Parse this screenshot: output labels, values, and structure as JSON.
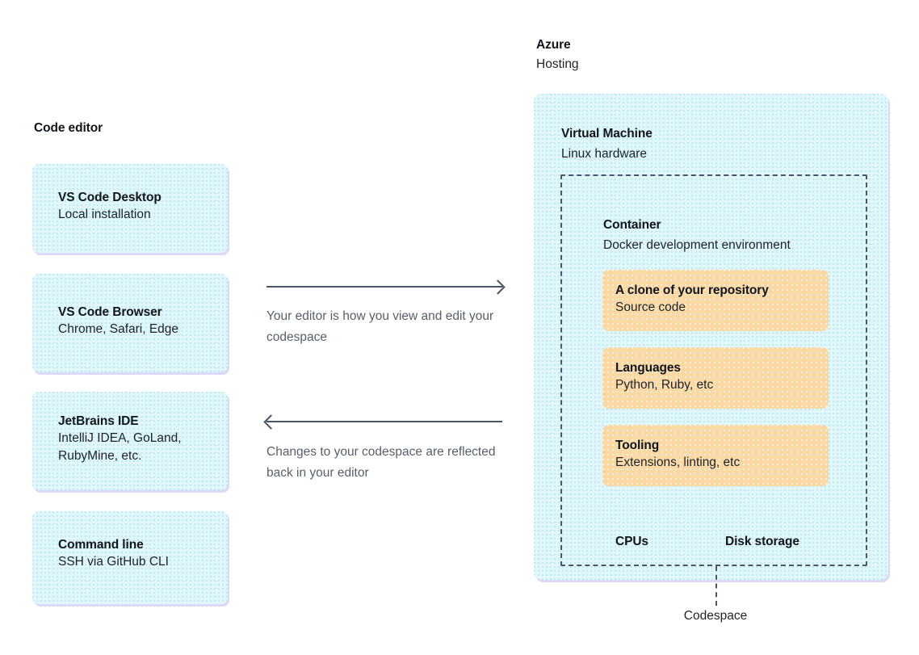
{
  "left_column": {
    "heading": "Code editor",
    "cards": [
      {
        "title": "VS Code Desktop",
        "subtitle": "Local installation"
      },
      {
        "title": "VS Code Browser",
        "subtitle": "Chrome, Safari, Edge"
      },
      {
        "title": "JetBrains IDE",
        "subtitle": "IntelliJ IDEA, GoLand,\nRubyMine, etc."
      },
      {
        "title": "Command line",
        "subtitle": "SSH via GitHub CLI"
      }
    ]
  },
  "center": {
    "forward": {
      "icon": "arrow-right-icon",
      "caption": "Your editor is how you view and edit your codespace"
    },
    "backward": {
      "icon": "arrow-left-icon",
      "caption": "Changes to your codespace are reflected back in your editor"
    }
  },
  "right_column": {
    "cloud": {
      "title": "Azure",
      "subtitle": "Hosting"
    },
    "vm": {
      "title": "Virtual Machine",
      "subtitle": "Linux hardware"
    },
    "container": {
      "title": "Container",
      "subtitle": "Docker development environment",
      "cards": [
        {
          "title": "A clone of your repository",
          "subtitle": "Source code"
        },
        {
          "title": "Languages",
          "subtitle": "Python, Ruby, etc"
        },
        {
          "title": "Tooling",
          "subtitle": "Extensions, linting, etc"
        }
      ],
      "resources": [
        "CPUs",
        "Disk storage"
      ],
      "connector_label": "Codespace"
    }
  },
  "colors": {
    "blue_fill": "#e0f7fb",
    "orange_fill": "#fbd9a5",
    "dashed_border": "#4a5568",
    "arrow": "#4a5568",
    "caption_text": "#57606a",
    "box_shadow": "#c1baeb",
    "heading_text": "#10151a",
    "background": "#ffffff"
  }
}
